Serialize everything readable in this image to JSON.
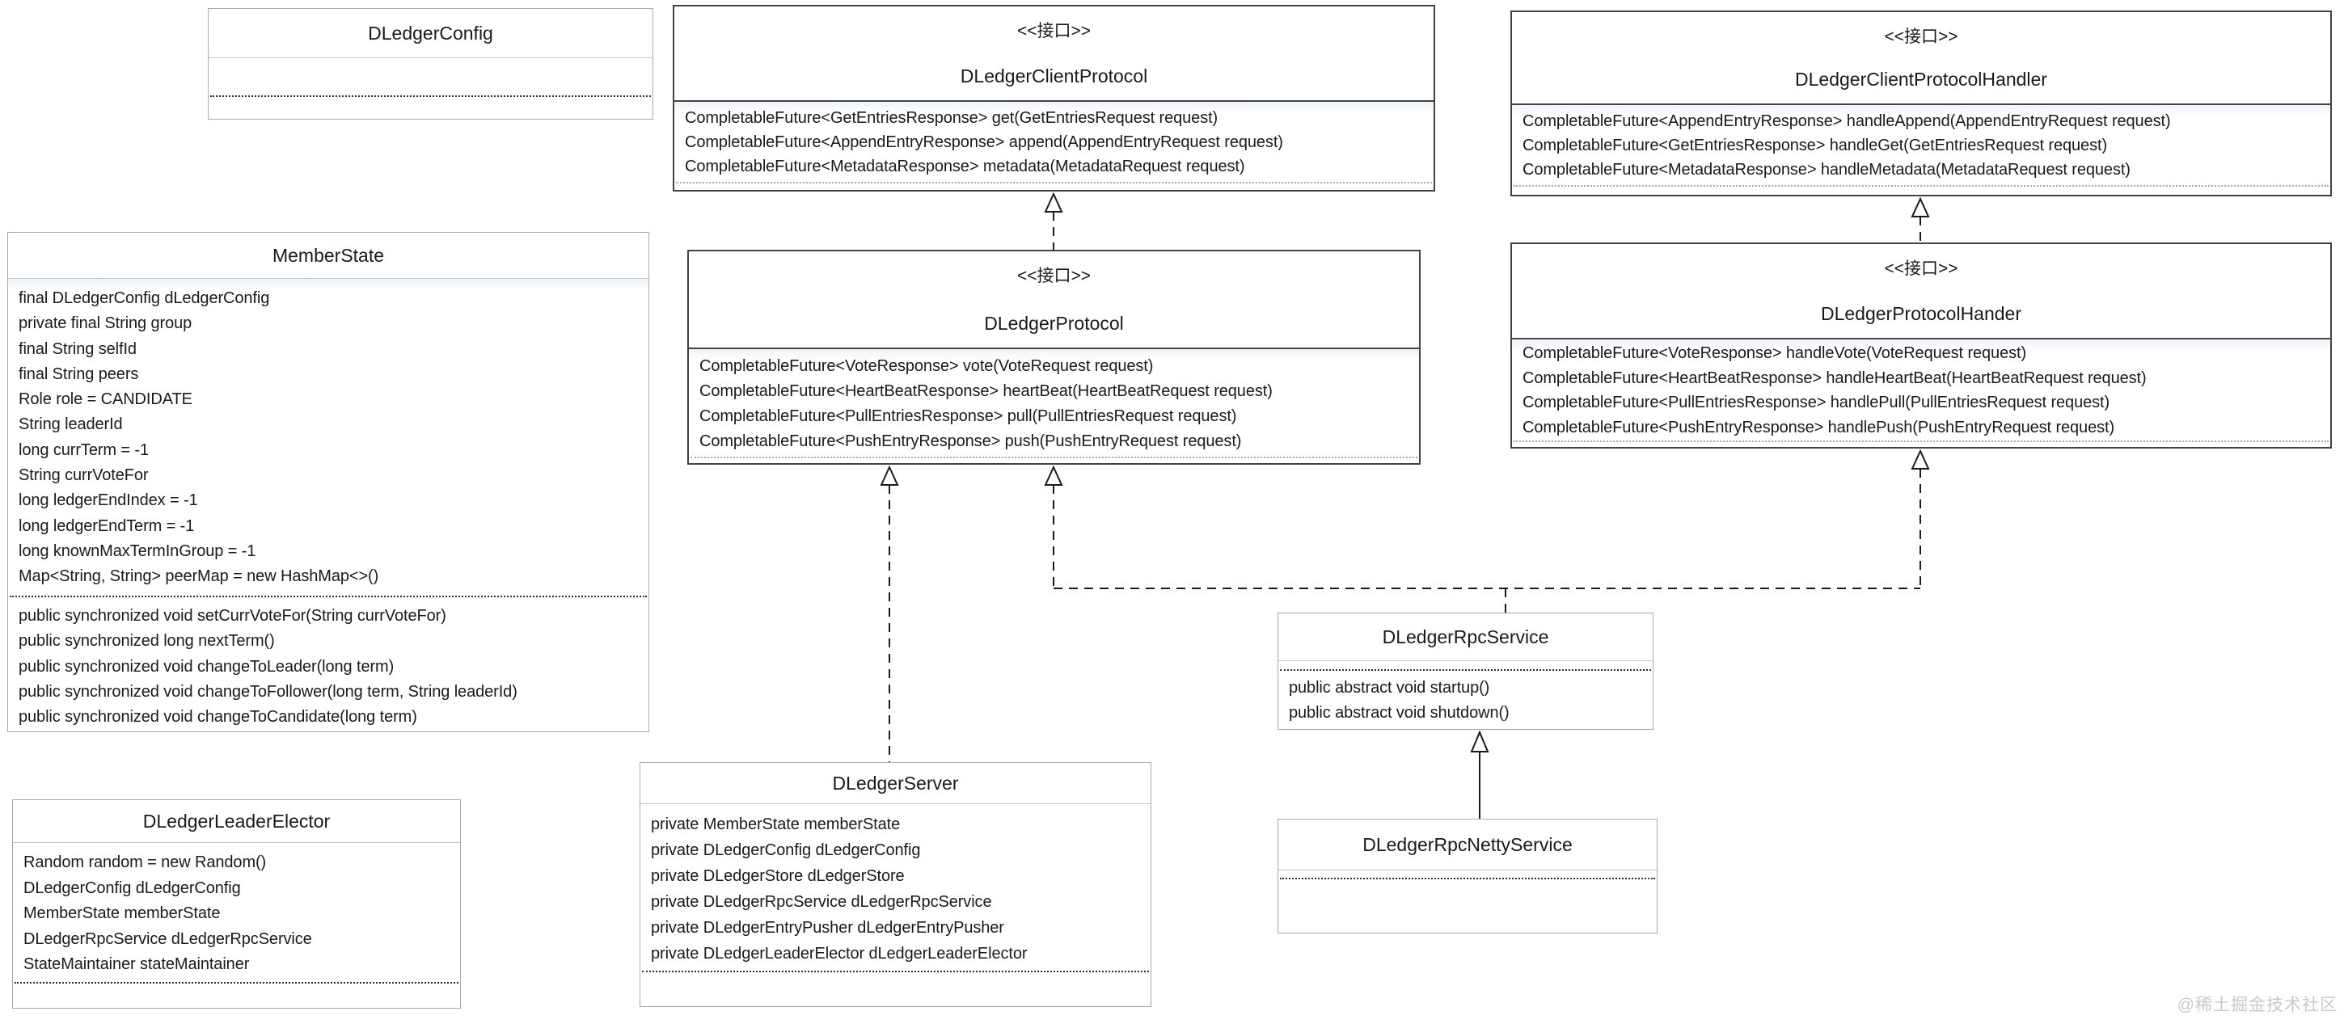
{
  "watermark": "@稀土掘金技术社区",
  "classes": {
    "dledger_config": {
      "name": "DLedgerConfig",
      "fields": [],
      "methods": []
    },
    "member_state": {
      "name": "MemberState",
      "fields": [
        "final DLedgerConfig dLedgerConfig",
        "private final String group",
        "final String selfId",
        "final String peers",
        "Role role = CANDIDATE",
        "String leaderId",
        "long currTerm = -1",
        "String currVoteFor",
        "long ledgerEndIndex = -1",
        "long ledgerEndTerm = -1",
        "long knownMaxTermInGroup = -1",
        "Map<String, String> peerMap = new HashMap<>()"
      ],
      "methods": [
        "public synchronized void setCurrVoteFor(String currVoteFor)",
        "public synchronized long nextTerm()",
        "public synchronized void changeToLeader(long term)",
        "public synchronized void changeToFollower(long term, String leaderId)",
        "public synchronized void changeToCandidate(long term)"
      ]
    },
    "dledger_leader_elector": {
      "name": "DLedgerLeaderElector",
      "fields": [
        "Random random = new Random()",
        "DLedgerConfig dLedgerConfig",
        "MemberState memberState",
        "DLedgerRpcService dLedgerRpcService",
        "StateMaintainer stateMaintainer"
      ],
      "methods": []
    },
    "dledger_client_protocol": {
      "stereotype": "<<接口>>",
      "name": "DLedgerClientProtocol",
      "methods": [
        "CompletableFuture<GetEntriesResponse> get(GetEntriesRequest request)",
        "CompletableFuture<AppendEntryResponse> append(AppendEntryRequest request)",
        "CompletableFuture<MetadataResponse> metadata(MetadataRequest request)"
      ]
    },
    "dledger_protocol": {
      "stereotype": "<<接口>>",
      "name": "DLedgerProtocol",
      "methods": [
        "CompletableFuture<VoteResponse> vote(VoteRequest request)",
        "CompletableFuture<HeartBeatResponse> heartBeat(HeartBeatRequest request)",
        "CompletableFuture<PullEntriesResponse> pull(PullEntriesRequest request)",
        "CompletableFuture<PushEntryResponse> push(PushEntryRequest request)"
      ]
    },
    "dledger_server": {
      "name": "DLedgerServer",
      "fields": [
        "private MemberState memberState",
        "private DLedgerConfig dLedgerConfig",
        "private DLedgerStore dLedgerStore",
        "private DLedgerRpcService dLedgerRpcService",
        "private DLedgerEntryPusher dLedgerEntryPusher",
        "private DLedgerLeaderElector dLedgerLeaderElector"
      ],
      "methods": []
    },
    "dledger_client_protocol_handler": {
      "stereotype": "<<接口>>",
      "name": "DLedgerClientProtocolHandler",
      "methods": [
        "CompletableFuture<AppendEntryResponse> handleAppend(AppendEntryRequest request)",
        "CompletableFuture<GetEntriesResponse> handleGet(GetEntriesRequest request)",
        "CompletableFuture<MetadataResponse> handleMetadata(MetadataRequest request)"
      ]
    },
    "dledger_protocol_hander": {
      "stereotype": "<<接口>>",
      "name": "DLedgerProtocolHander",
      "methods": [
        "CompletableFuture<VoteResponse> handleVote(VoteRequest request)",
        "CompletableFuture<HeartBeatResponse> handleHeartBeat(HeartBeatRequest request)",
        "CompletableFuture<PullEntriesResponse> handlePull(PullEntriesRequest request)",
        "CompletableFuture<PushEntryResponse> handlePush(PushEntryRequest request)"
      ]
    },
    "dledger_rpc_service": {
      "name": "DLedgerRpcService",
      "methods": [
        "public abstract void startup()",
        "public abstract void shutdown()"
      ]
    },
    "dledger_rpc_netty_service": {
      "name": "DLedgerRpcNettyService",
      "fields": [],
      "methods": []
    }
  },
  "relations": [
    {
      "from": "DLedgerProtocol",
      "to": "DLedgerClientProtocol",
      "type": "extends",
      "line": "dashed"
    },
    {
      "from": "DLedgerProtocolHander",
      "to": "DLedgerClientProtocolHandler",
      "type": "extends",
      "line": "dashed"
    },
    {
      "from": "DLedgerServer",
      "to": "DLedgerProtocol",
      "type": "implements",
      "line": "dashed"
    },
    {
      "from": "DLedgerRpcService",
      "to": "DLedgerProtocol",
      "type": "implements",
      "line": "dashed"
    },
    {
      "from": "DLedgerRpcService",
      "to": "DLedgerProtocolHander",
      "type": "implements",
      "line": "dashed"
    },
    {
      "from": "DLedgerRpcNettyService",
      "to": "DLedgerRpcService",
      "type": "extends",
      "line": "solid"
    }
  ],
  "colors": {
    "class_border": "#a9a9a9",
    "interface_border": "#424242",
    "blue_dotted_divider": "#8fb2d0",
    "black_dotted_divider": "#2b2b2b",
    "watermark_gray": "#c9c9c9"
  }
}
